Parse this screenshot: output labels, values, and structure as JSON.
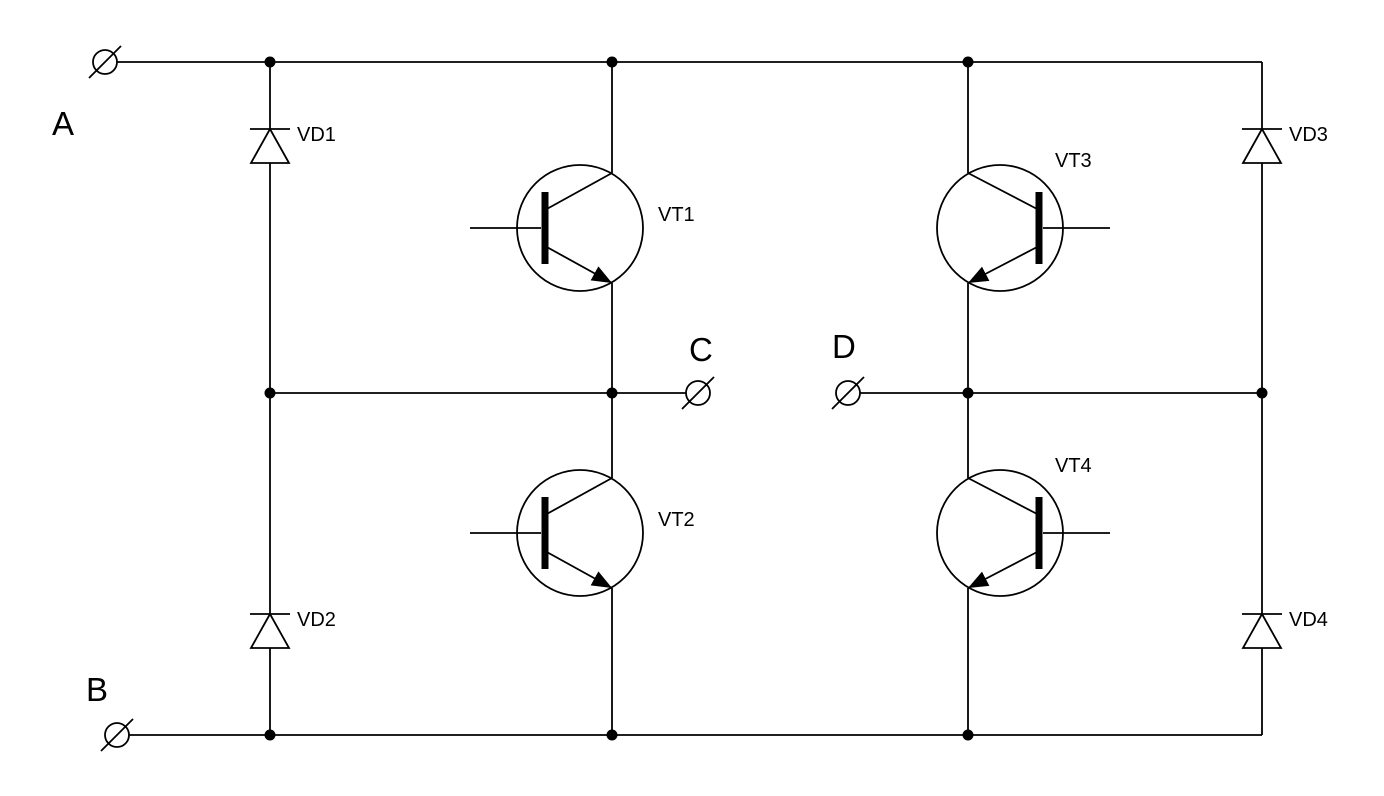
{
  "diagram": {
    "title": "transistor-bridge-circuit-schematic",
    "colors": {
      "line": "#000000",
      "background": "#ffffff"
    },
    "terminals": {
      "a": "A",
      "b": "B",
      "c": "C",
      "d": "D"
    },
    "transistors": {
      "vt1": "VT1",
      "vt2": "VT2",
      "vt3": "VT3",
      "vt4": "VT4"
    },
    "diodes": {
      "vd1": "VD1",
      "vd2": "VD2",
      "vd3": "VD3",
      "vd4": "VD4"
    }
  }
}
